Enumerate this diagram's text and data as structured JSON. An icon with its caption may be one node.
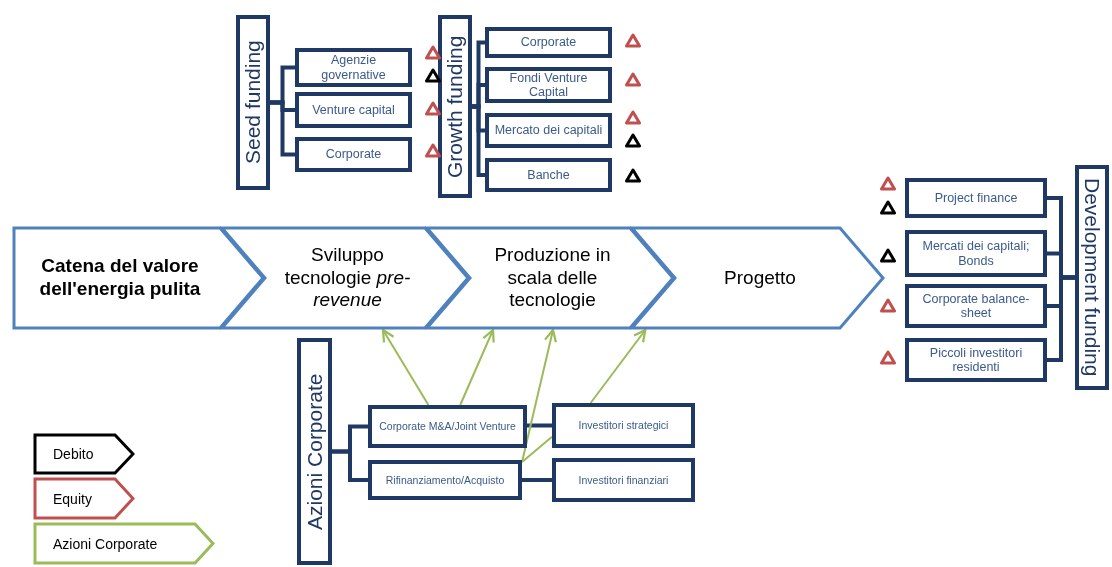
{
  "diagram": {
    "nodes": [
      {
        "text": [
          "Catena del valore dell'energia pulita"
        ]
      },
      {
        "text": [
          "Sviluppo tecnologie *pre-revenue*"
        ]
      },
      {
        "text": [
          "Produzione in scala delle tecnologie"
        ]
      },
      {
        "text": [
          "Progetto"
        ]
      },
      {
        "text": [
          "Seed funding"
        ]
      },
      {
        "text": [
          "Agenzie governative"
        ]
      },
      {
        "text": [
          "Venture capital"
        ]
      },
      {
        "text": [
          "Corporate"
        ]
      },
      {
        "text": [
          "Growth funding"
        ]
      },
      {
        "text": [
          "Corporate"
        ]
      },
      {
        "text": [
          "Fondi Venture Capital"
        ]
      },
      {
        "text": [
          "Mercato dei capitali"
        ]
      },
      {
        "text": [
          "Banche"
        ]
      },
      {
        "text": [
          "Project finance"
        ]
      },
      {
        "text": [
          "Mercati dei capitali; Bonds"
        ]
      },
      {
        "text": [
          "Corporate balance-sheet"
        ]
      },
      {
        "text": [
          "Piccoli investitori residenti"
        ]
      },
      {
        "text": [
          "Development funding"
        ]
      },
      {
        "text": [
          "Azioni Corporate"
        ]
      },
      {
        "text": [
          "Corporate M&A/Joint Venture"
        ]
      },
      {
        "text": [
          "Rifinanziamento/Acquisto"
        ]
      },
      {
        "text": [
          "Investitori strategici"
        ]
      },
      {
        "text": [
          "Investitori finanziari"
        ]
      }
    ],
    "edges": [
      {
        "from": 4,
        "to": 5,
        "arrow": "none"
      },
      {
        "from": 4,
        "to": 6,
        "arrow": "none"
      },
      {
        "from": 4,
        "to": 7,
        "arrow": "none"
      },
      {
        "from": 8,
        "to": 9,
        "arrow": "none"
      },
      {
        "from": 8,
        "to": 10,
        "arrow": "none"
      },
      {
        "from": 8,
        "to": 11,
        "arrow": "none"
      },
      {
        "from": 8,
        "to": 12,
        "arrow": "none"
      },
      {
        "from": 17,
        "to": 13,
        "arrow": "none"
      },
      {
        "from": 17,
        "to": 14,
        "arrow": "none"
      },
      {
        "from": 17,
        "to": 15,
        "arrow": "none"
      },
      {
        "from": 17,
        "to": 16,
        "arrow": "none"
      },
      {
        "from": 18,
        "to": 19,
        "arrow": "none"
      },
      {
        "from": 18,
        "to": 20,
        "arrow": "none"
      },
      {
        "from": 19,
        "to": 21,
        "arrow": "none"
      },
      {
        "from": 20,
        "to": 22,
        "arrow": "none"
      },
      {
        "from": 19,
        "to": 1,
        "arrow": "to",
        "color": "#9bbb59"
      },
      {
        "from": 19,
        "to": 2,
        "arrow": "to",
        "color": "#9bbb59"
      },
      {
        "from": 20,
        "to": 2,
        "arrow": "to",
        "color": "#9bbb59"
      },
      {
        "from": 20,
        "to": 21,
        "arrow": "none",
        "color": "#9bbb59"
      },
      {
        "from": 21,
        "to": 3,
        "arrow": "to",
        "color": "#9bbb59"
      }
    ],
    "legend": [
      {
        "text": "Debito",
        "color": "#000000"
      },
      {
        "text": "Equity",
        "color": "#c0504d"
      },
      {
        "text": "Azioni Corporate",
        "color": "#9bbb59"
      }
    ]
  }
}
